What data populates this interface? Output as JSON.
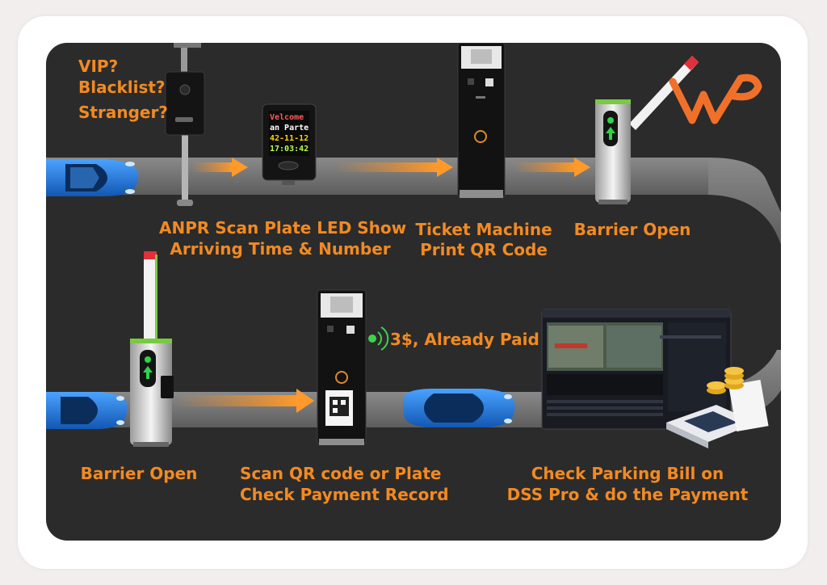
{
  "questions": {
    "line1": "VIP?",
    "line2": "Blacklist?",
    "line3": "Stranger?"
  },
  "led_display": {
    "line1": "Velcome",
    "line2": "an Parte",
    "line3": "42-11-12",
    "line4": "17:03:42"
  },
  "steps": {
    "anpr": {
      "line1": "ANPR Scan Plate LED Show",
      "line2": "Arriving Time & Number"
    },
    "ticket": {
      "line1": "Ticket Machine",
      "line2": "Print QR Code"
    },
    "barrier_top": {
      "line1": "Barrier Open"
    },
    "barrier_bottom": {
      "line1": "Barrier Open"
    },
    "scan": {
      "line1": "Scan QR code or Plate",
      "line2": "Check Payment Record"
    },
    "dss": {
      "line1": "Check Parking Bill on",
      "line2": "DSS Pro & do the Payment"
    }
  },
  "payment_status": "3$, Already Paid",
  "colors": {
    "accent": "#f28a22",
    "panel": "#2b2b2b",
    "road": "#7d7d7d",
    "car": "#1d74d6",
    "logo": "#f0702a",
    "indicator_green": "#3fd14a"
  },
  "icons": [
    "car-icon",
    "anpr-camera-icon",
    "led-display-icon",
    "ticket-machine-icon",
    "barrier-gate-icon",
    "nfc-signal-icon",
    "dss-monitor-icon",
    "payment-terminal-icon",
    "coin-stack-icon",
    "brand-logo-icon"
  ]
}
